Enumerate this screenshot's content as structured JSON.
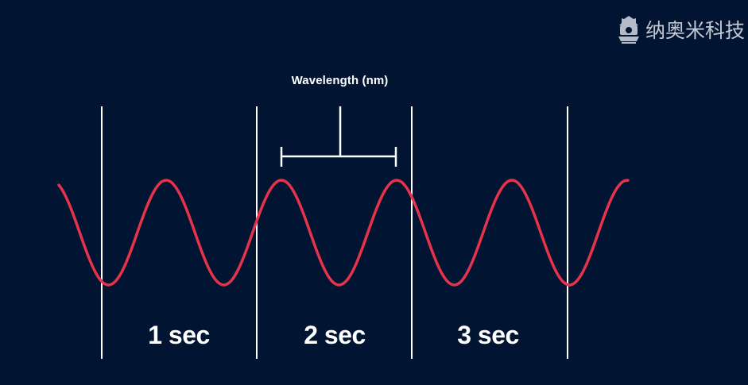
{
  "diagram": {
    "wavelength_label": "Wavelength (nm)",
    "intervals": [
      {
        "label": "1 sec"
      },
      {
        "label": "2 sec"
      },
      {
        "label": "3 sec"
      }
    ],
    "wave_color": "#e6334b",
    "marker_color": "#ffffff",
    "background_color": "#011533"
  },
  "watermark": {
    "text": "纳奥米科技",
    "logo": "seal-logo-icon"
  }
}
